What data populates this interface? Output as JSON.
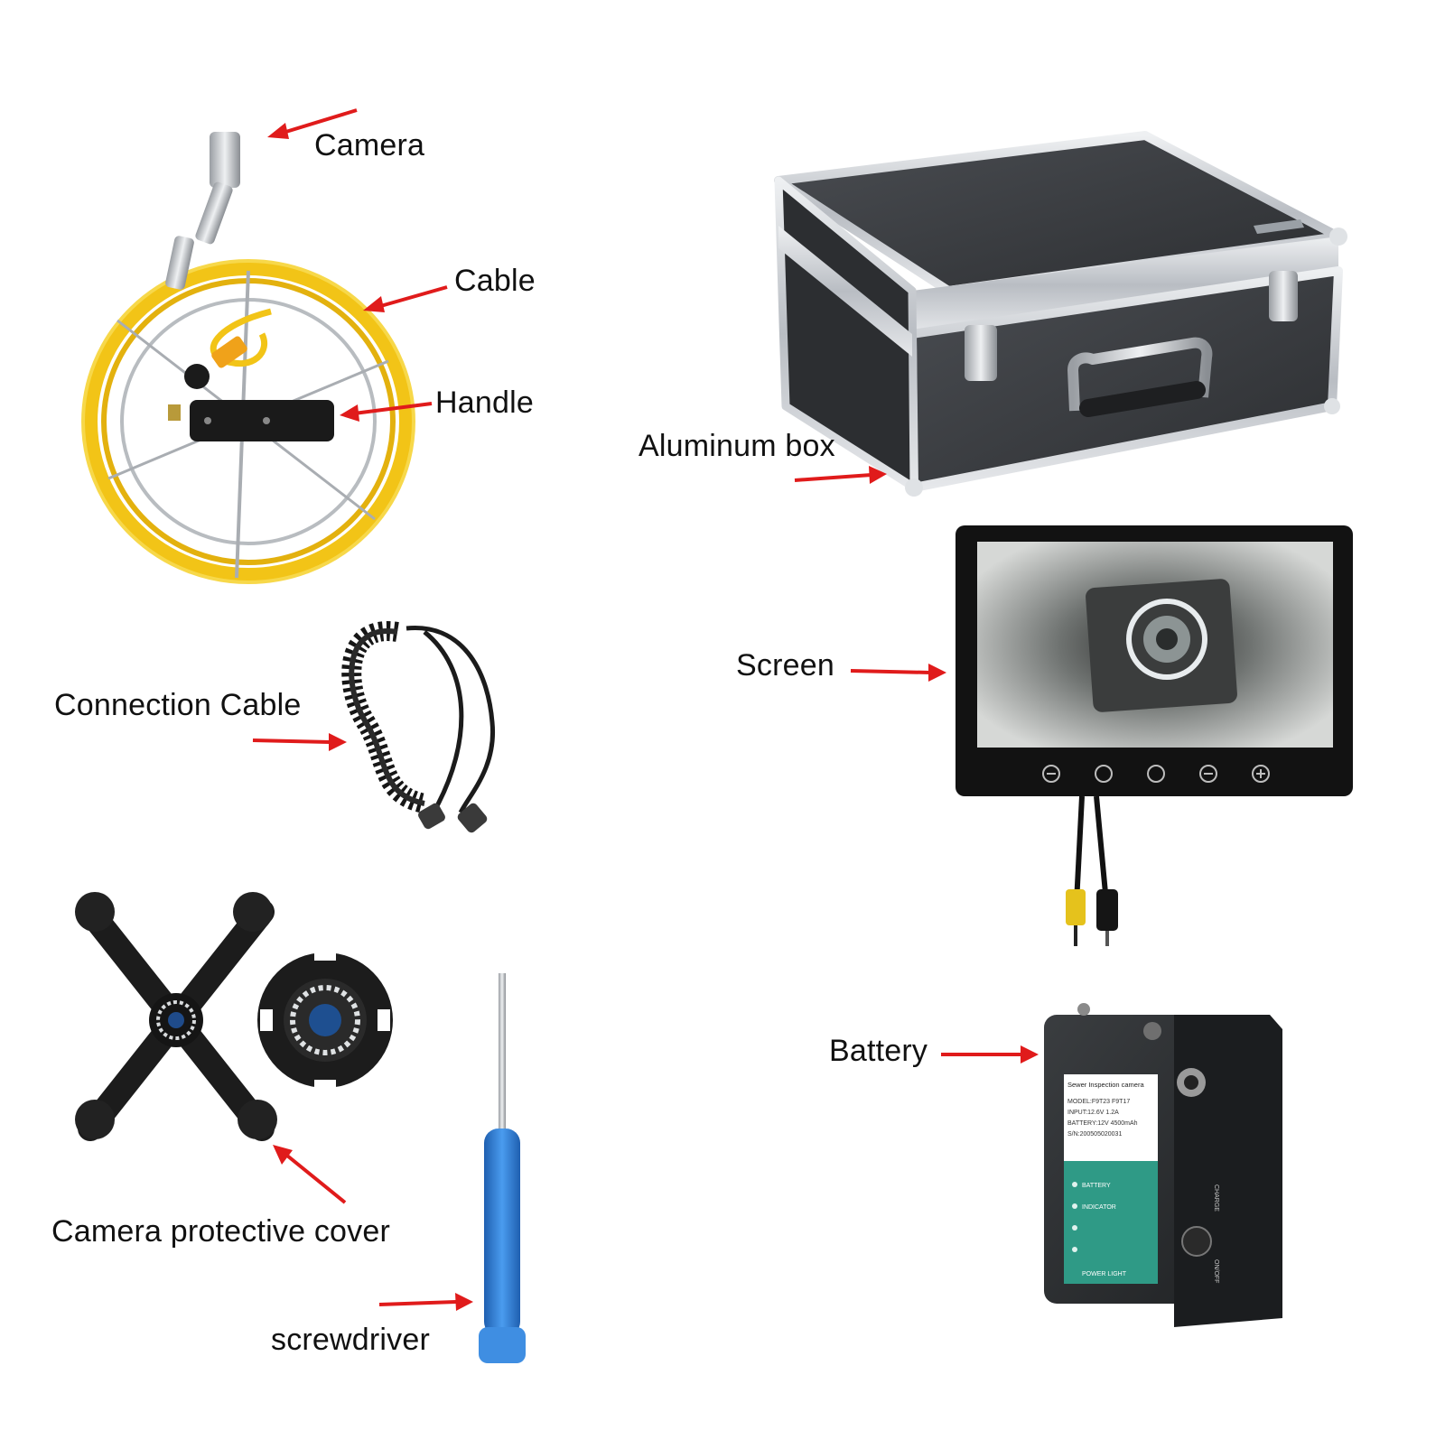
{
  "labels": {
    "camera": "Camera",
    "cable": "Cable",
    "handle": "Handle",
    "aluminum_box": "Aluminum box",
    "screen": "Screen",
    "connection_cable": "Connection Cable",
    "battery": "Battery",
    "protective_cover": "Camera protective cover",
    "screwdriver": "screwdriver"
  },
  "battery_panel": {
    "title": "Sewer Inspection camera",
    "model": "MODEL:F9T23  F9T17",
    "input": "INPUT:12.6V 1.2A",
    "battery": "BATTERY:12V 4500mAh",
    "sn": "S/N:200505020031",
    "ind_battery": "BATTERY",
    "ind_indicator": "INDICATOR",
    "power_light": "POWER LIGHT",
    "charge": "CHARGE",
    "onoff": "ON/OFF"
  },
  "colors": {
    "arrow": "#e01b1b",
    "cable_yellow": "#f2c417",
    "case_dark": "#3a3c40",
    "aluminum": "#c9ccd1",
    "screwdriver_blue": "#2f7fd6",
    "battery_teal": "#2f9a86"
  }
}
